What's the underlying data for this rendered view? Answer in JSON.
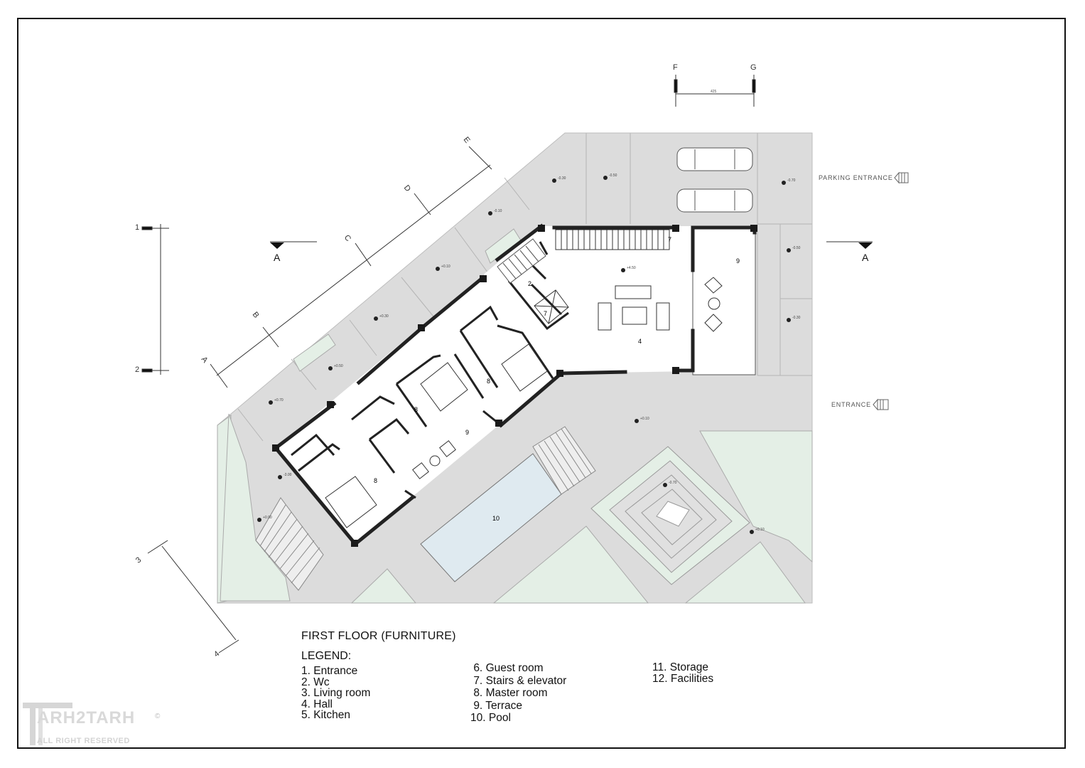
{
  "drawing": {
    "title": "FIRST FLOOR (FURNITURE)",
    "legend_heading": "LEGEND:",
    "legend_columns": [
      [
        {
          "num": "1.",
          "label": "Entrance"
        },
        {
          "num": "2.",
          "label": "Wc"
        },
        {
          "num": "3.",
          "label": "Living room"
        },
        {
          "num": "4.",
          "label": "Hall"
        },
        {
          "num": "5.",
          "label": "Kitchen"
        }
      ],
      [
        {
          "num": "6.",
          "label": "Guest room"
        },
        {
          "num": "7.",
          "label": "Stairs & elevator"
        },
        {
          "num": "8.",
          "label": "Master room"
        },
        {
          "num": "9.",
          "label": "Terrace"
        },
        {
          "num": "10.",
          "label": "Pool"
        }
      ],
      [
        {
          "num": "11.",
          "label": "Storage"
        },
        {
          "num": "12.",
          "label": "Facilities"
        }
      ]
    ]
  },
  "annotations": {
    "parking_entrance": "PARKING ENTRANCE",
    "entrance": "ENTRANCE",
    "section_left": "A",
    "section_right": "A"
  },
  "grid_labels": {
    "top": [
      "F",
      "G"
    ],
    "left": [
      "1",
      "2"
    ],
    "diagonal": [
      "A",
      "B",
      "C",
      "D",
      "E"
    ],
    "lower_left": [
      "3",
      "4"
    ],
    "top_dim": "425"
  },
  "room_numbers": {
    "hall": "4",
    "terrace_east": "9",
    "wc": "2",
    "stair_top": "7",
    "elevator": "7",
    "master_a": "8",
    "master_b": "8",
    "master_c": "8",
    "terrace_mid": "9",
    "pool": "10"
  },
  "levels": {
    "l1": "-0.30",
    "l2": "-0.50",
    "l3": "-0.70",
    "l4": "-0.10",
    "l5": "+0.10",
    "l6": "+4.50",
    "l7": "-0.50",
    "l8": "-0.30",
    "l9": "+0.30",
    "l10": "+0.50",
    "l11": "+0.70",
    "l12": "+0.10",
    "l13": "-0.70",
    "l14": "-3.00",
    "l15": "+0.90",
    "l16": "+0.10"
  },
  "logo": {
    "name": "ARH2TARH",
    "tagline": "ALL RIGHT RESERVED",
    "mark": "©"
  },
  "colors": {
    "site_grey": "#dcdcdc",
    "garden_green": "#e4efe6",
    "pool_blue": "#dfeaf0",
    "wall": "#222222"
  }
}
